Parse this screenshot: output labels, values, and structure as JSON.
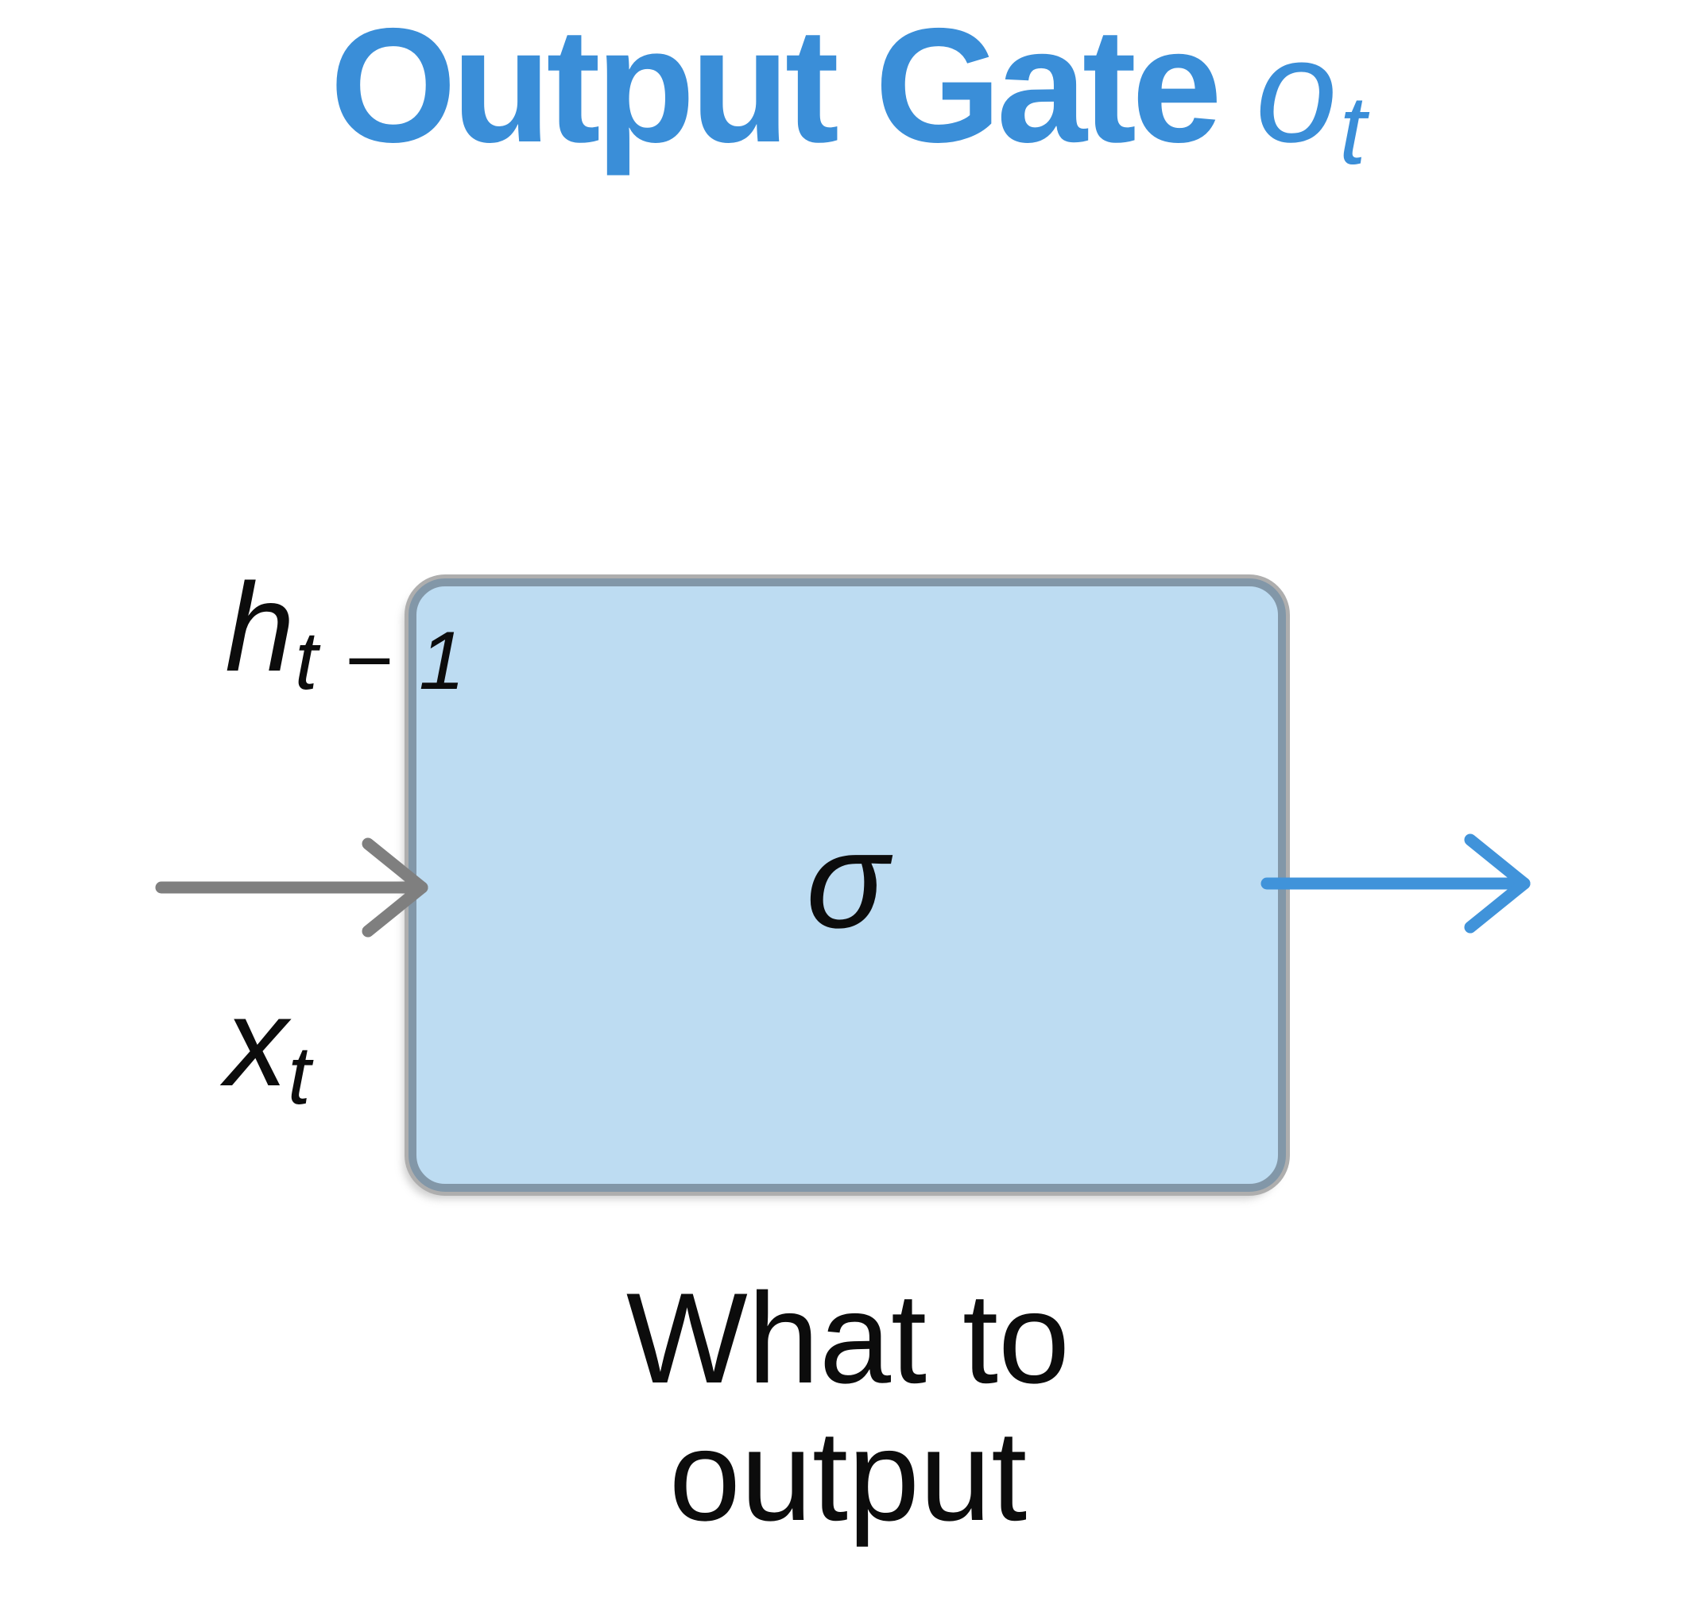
{
  "slide": {
    "title": {
      "text": "Output Gate",
      "symbol_base": "o",
      "symbol_sub": "t"
    },
    "gate": {
      "activation_symbol": "σ"
    },
    "inputs": {
      "hidden_state": {
        "base": "h",
        "subscript": "t − 1"
      },
      "input_vector": {
        "base": "x",
        "subscript": "t"
      }
    },
    "caption": {
      "line1": "What to",
      "line2": "output"
    },
    "colors": {
      "title_blue": "#3a8ed8",
      "arrow_blue": "#4093da",
      "arrow_gray": "#7f7f7f",
      "box_fill": "#bddcf2",
      "box_border": "#8297a8",
      "box_outer_ring": "#aeaeae",
      "text_black": "#0c0c0c"
    }
  }
}
